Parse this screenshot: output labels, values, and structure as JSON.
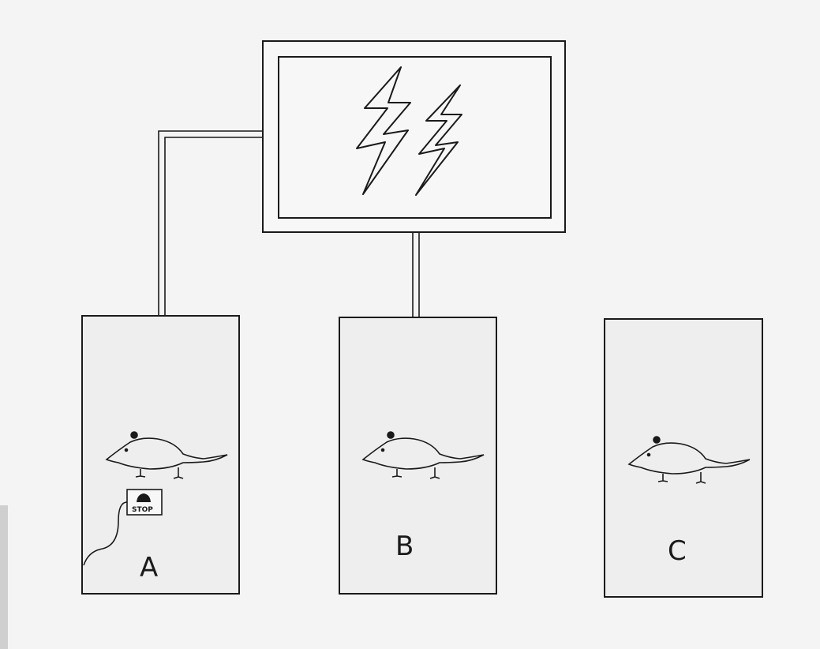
{
  "diagram": {
    "stimulator": {
      "icon": "lightning-bolts-icon"
    },
    "boxes": [
      {
        "id": "A",
        "label": "A",
        "wired": true,
        "has_stop_button": true,
        "stop_label": "STOP"
      },
      {
        "id": "B",
        "label": "B",
        "wired": true,
        "has_stop_button": false
      },
      {
        "id": "C",
        "label": "C",
        "wired": false,
        "has_stop_button": false
      }
    ],
    "colors": {
      "ink": "#1a1a1a",
      "paper": "#f4f4f4"
    }
  }
}
